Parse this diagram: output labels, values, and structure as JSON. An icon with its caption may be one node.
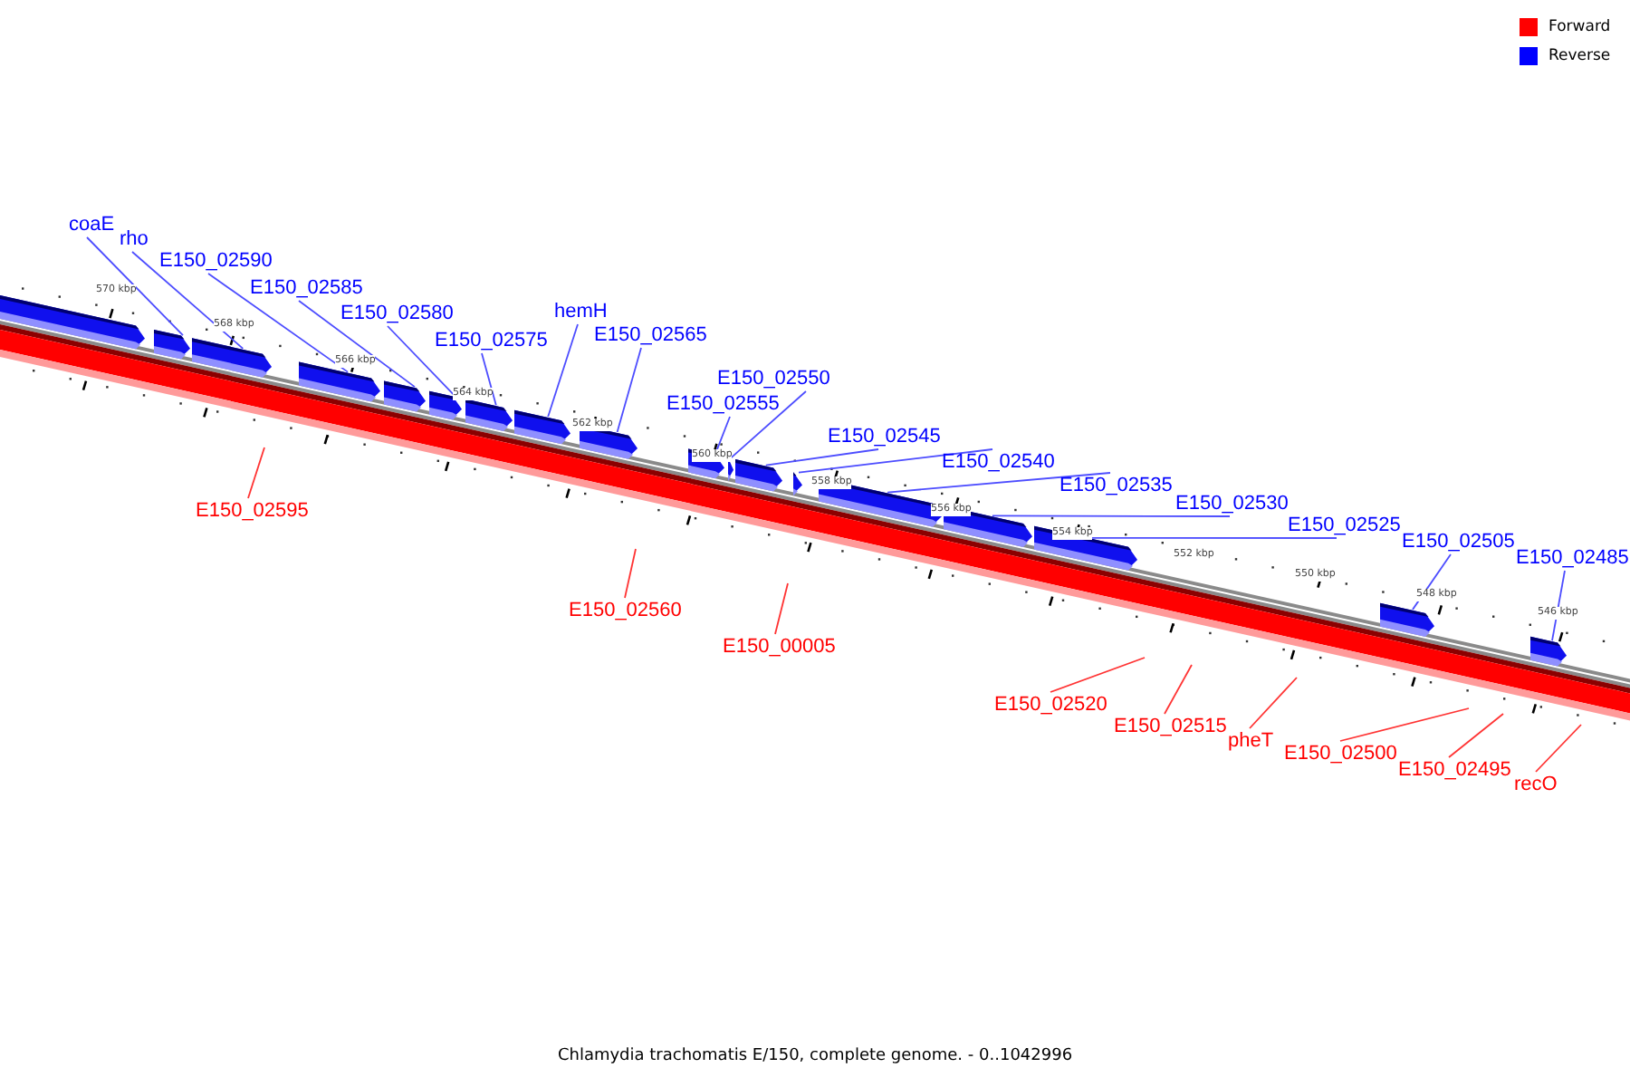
{
  "diagram": {
    "caption": "Chlamydia trachomatis E/150, complete genome. - 0..1042996",
    "nodes": [
      {
        "text": [
          "coaE"
        ]
      },
      {
        "text": [
          "rho"
        ]
      },
      {
        "text": [
          "E150_02590"
        ]
      },
      {
        "text": [
          "E150_02585"
        ]
      },
      {
        "text": [
          "E150_02580"
        ]
      },
      {
        "text": [
          "E150_02575"
        ]
      },
      {
        "text": [
          "hemH"
        ]
      },
      {
        "text": [
          "E150_02565"
        ]
      },
      {
        "text": [
          "E150_02550"
        ]
      },
      {
        "text": [
          "E150_02555"
        ]
      },
      {
        "text": [
          "E150_02545"
        ]
      },
      {
        "text": [
          "E150_02540"
        ]
      },
      {
        "text": [
          "E150_02535"
        ]
      },
      {
        "text": [
          "E150_02530"
        ]
      },
      {
        "text": [
          "E150_02525"
        ]
      },
      {
        "text": [
          "E150_02505"
        ]
      },
      {
        "text": [
          "E150_02485"
        ]
      },
      {
        "text": [
          "E150_02595"
        ]
      },
      {
        "text": [
          "E150_02560"
        ]
      },
      {
        "text": [
          "E150_00005"
        ]
      },
      {
        "text": [
          "E150_02520"
        ]
      },
      {
        "text": [
          "E150_02515"
        ]
      },
      {
        "text": [
          "pheT"
        ]
      },
      {
        "text": [
          "E150_02500"
        ]
      },
      {
        "text": [
          "E150_02495"
        ]
      },
      {
        "text": [
          "recO"
        ]
      },
      {
        "text": [],
        "shape": "arrow"
      },
      {
        "text": [],
        "shape": "arrow"
      },
      {
        "text": [],
        "shape": "arrow"
      },
      {
        "text": [],
        "shape": "arrow"
      },
      {
        "text": [],
        "shape": "arrow"
      },
      {
        "text": [],
        "shape": "arrow"
      },
      {
        "text": [],
        "shape": "arrow"
      },
      {
        "text": [],
        "shape": "arrow"
      },
      {
        "text": [],
        "shape": "arrow"
      },
      {
        "text": [],
        "shape": "arrow"
      },
      {
        "text": [],
        "shape": "arrow"
      },
      {
        "text": [],
        "shape": "arrow"
      },
      {
        "text": [],
        "shape": "arrow"
      },
      {
        "text": [],
        "shape": "arrow"
      },
      {
        "text": [],
        "shape": "arrow"
      },
      {
        "text": [],
        "shape": "arrow"
      },
      {
        "text": [],
        "shape": "arrow"
      },
      {
        "text": [],
        "shape": "arrow"
      }
    ],
    "edges": [
      {
        "from": 0,
        "to": 27,
        "arrow": "none"
      },
      {
        "from": 1,
        "to": 28,
        "arrow": "none"
      },
      {
        "from": 2,
        "to": 29,
        "arrow": "none"
      },
      {
        "from": 3,
        "to": 30,
        "arrow": "none"
      },
      {
        "from": 4,
        "to": 31,
        "arrow": "none"
      },
      {
        "from": 5,
        "to": 32,
        "arrow": "none"
      },
      {
        "from": 6,
        "to": 33,
        "arrow": "none"
      },
      {
        "from": 7,
        "to": 34,
        "arrow": "none"
      },
      {
        "from": 8,
        "to": 36,
        "arrow": "none"
      },
      {
        "from": 9,
        "to": 35,
        "arrow": "none"
      },
      {
        "from": 10,
        "to": 37,
        "arrow": "none"
      },
      {
        "from": 11,
        "to": 38,
        "arrow": "none"
      },
      {
        "from": 12,
        "to": 39,
        "arrow": "none"
      },
      {
        "from": 13,
        "to": 40,
        "arrow": "none"
      },
      {
        "from": 14,
        "to": 41,
        "arrow": "none"
      },
      {
        "from": 15,
        "to": 42,
        "arrow": "none"
      },
      {
        "from": 16,
        "to": 43,
        "arrow": "none"
      },
      {
        "from": 17,
        "to": null,
        "arrow": "none",
        "color": "#ff3333"
      },
      {
        "from": 18,
        "to": null,
        "arrow": "none",
        "color": "#ff3333"
      },
      {
        "from": 19,
        "to": null,
        "arrow": "none",
        "color": "#ff3333"
      },
      {
        "from": 20,
        "to": null,
        "arrow": "none",
        "color": "#ff3333"
      },
      {
        "from": 21,
        "to": null,
        "arrow": "none",
        "color": "#ff3333"
      },
      {
        "from": 22,
        "to": null,
        "arrow": "none",
        "color": "#ff3333"
      },
      {
        "from": 23,
        "to": null,
        "arrow": "none",
        "color": "#ff3333"
      },
      {
        "from": 24,
        "to": null,
        "arrow": "none",
        "color": "#ff3333"
      },
      {
        "from": 25,
        "to": null,
        "arrow": "none",
        "color": "#ff3333"
      }
    ],
    "labels": [
      "570 kbp",
      "568 kbp",
      "566 kbp",
      "564 kbp",
      "562 kbp",
      "560 kbp",
      "558 kbp",
      "556 kbp",
      "554 kbp",
      "552 kbp",
      "550 kbp",
      "548 kbp",
      "546 kbp"
    ],
    "legend": [
      {
        "text": "Forward",
        "color": "#ff0000"
      },
      {
        "text": "Reverse",
        "color": "#0000ff"
      }
    ]
  }
}
